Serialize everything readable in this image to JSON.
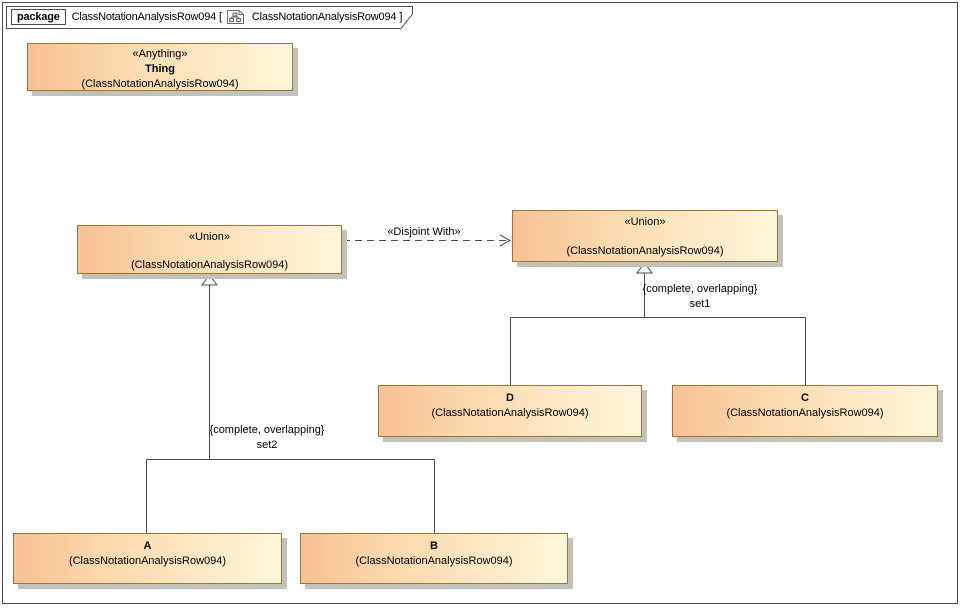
{
  "frame": {
    "keyword": "package",
    "context_name": "ClassNotationAnalysisRow094",
    "open_bracket": "[",
    "diagram_name": "ClassNotationAnalysisRow094",
    "close_bracket": "]"
  },
  "classes": {
    "thing": {
      "stereotype": "«Anything»",
      "name": "Thing",
      "qualifier": "(ClassNotationAnalysisRow094)"
    },
    "union_left": {
      "stereotype": "«Union»",
      "qualifier": "(ClassNotationAnalysisRow094)"
    },
    "union_right": {
      "stereotype": "«Union»",
      "qualifier": "(ClassNotationAnalysisRow094)"
    },
    "class_d": {
      "name": "D",
      "qualifier": "(ClassNotationAnalysisRow094)"
    },
    "class_c": {
      "name": "C",
      "qualifier": "(ClassNotationAnalysisRow094)"
    },
    "class_a": {
      "name": "A",
      "qualifier": "(ClassNotationAnalysisRow094)"
    },
    "class_b": {
      "name": "B",
      "qualifier": "(ClassNotationAnalysisRow094)"
    }
  },
  "relations": {
    "disjoint_with": {
      "label": "«Disjoint With»"
    },
    "generalization_set1": {
      "constraint": "{complete, overlapping}",
      "name": "set1"
    },
    "generalization_set2": {
      "constraint": "{complete, overlapping}",
      "name": "set2"
    }
  },
  "colors": {
    "box_fill_left": "#f8c195",
    "box_fill_right": "#fef7da",
    "box_border": "#a5742c",
    "box_shadow": "#c2c2ba",
    "connector_line": "#4d4d4d"
  }
}
